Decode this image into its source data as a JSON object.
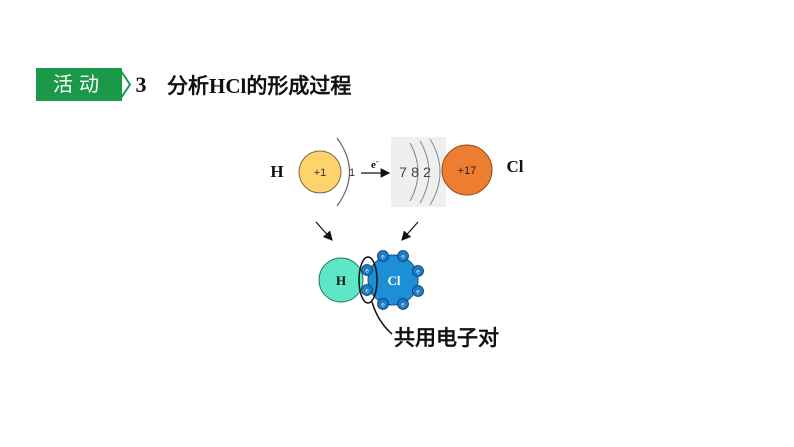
{
  "header": {
    "badge_label": "活动",
    "badge_number": "3",
    "title_prefix": "分析",
    "title_formula": "HCl",
    "title_suffix": "的形成过程"
  },
  "atoms": {
    "h_symbol": "H",
    "h_nucleus": "+1",
    "h_shell_electrons": "1",
    "transfer_label": "e",
    "transfer_sup": "-",
    "cl_shells": [
      "7",
      "8",
      "2"
    ],
    "cl_nucleus": "+17",
    "cl_symbol": "Cl"
  },
  "molecule": {
    "h_label": "H",
    "cl_label": "Cl",
    "electron_label": "e",
    "shared_pair_caption": "共用电子对"
  },
  "colors": {
    "badge_green": "#1a9a49",
    "h_atom": "#fdd46b",
    "cl_atom": "#ed7d31",
    "h_molecule": "#5ce8c7",
    "cl_molecule": "#1c8fd6",
    "electron": "#1a7cc8"
  }
}
